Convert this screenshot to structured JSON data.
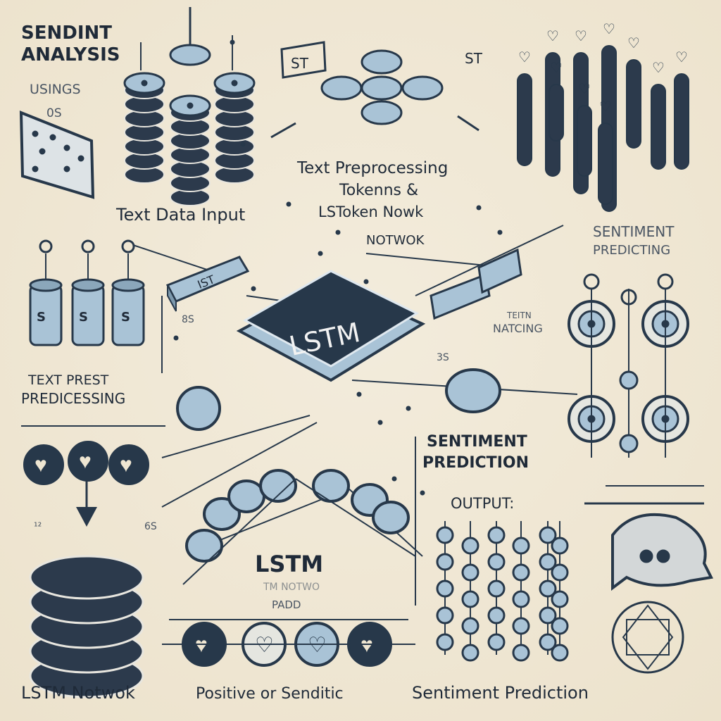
{
  "title": {
    "line1": "SENDINT",
    "line2": "ANALYSIS",
    "sub1": "USINGS",
    "sub2": "0S"
  },
  "labels": {
    "text_data_input": "Text Data Input",
    "preprocessing": [
      "Text Preprocessing",
      "Tokenns &",
      "LSToken Nowk",
      "NOTWOK"
    ],
    "sentiment_predicting": [
      "SENTIMENT",
      "PREDICTING"
    ],
    "lstm_main": "LSTM",
    "natcing": [
      "TEITN",
      "NATCING"
    ],
    "text_prest": [
      "TEXT PREST",
      "PREDICESSING"
    ],
    "sentiment_prediction_mid": [
      "SENTIMENT",
      "PREDICTION"
    ],
    "output": "OUTPUT:",
    "lstm_lower": [
      "LSTM",
      "TM NOTWO",
      "PADD"
    ],
    "bottom": [
      "LSTM Notwok",
      "Positive or Senditic",
      "Sentiment Prediction"
    ],
    "token_st_left": "ST",
    "token_st_right": "ST",
    "cylinder_s": [
      "S",
      "S",
      "S"
    ],
    "token_block": "IST",
    "marks": [
      "8S",
      "3S",
      "6S",
      "¹²"
    ]
  },
  "colors": {
    "background": "#efe6d2",
    "ink": "#27384a",
    "accent": "#a9c3d6"
  }
}
